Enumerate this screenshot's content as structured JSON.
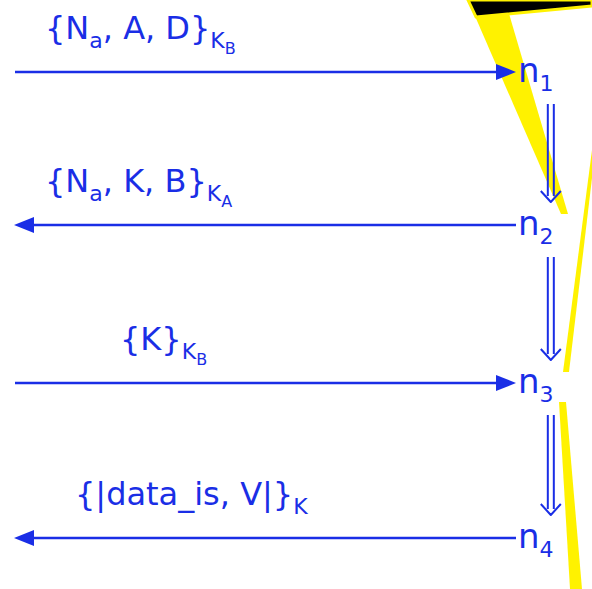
{
  "diagram": {
    "nodes": [
      {
        "text": [
          "n1"
        ]
      },
      {
        "text": [
          "n2"
        ]
      },
      {
        "text": [
          "n3"
        ]
      },
      {
        "text": [
          "n4"
        ]
      }
    ],
    "edges": [
      {
        "from": 0,
        "to": 1,
        "arrow": "to"
      },
      {
        "from": 1,
        "to": 2,
        "arrow": "to"
      },
      {
        "from": 2,
        "to": 3,
        "arrow": "to"
      }
    ],
    "labels": [
      "{Na, A, D}KB",
      "{Na, K, B}KA",
      "{K}KB",
      "{|data_is, V|}K"
    ]
  }
}
